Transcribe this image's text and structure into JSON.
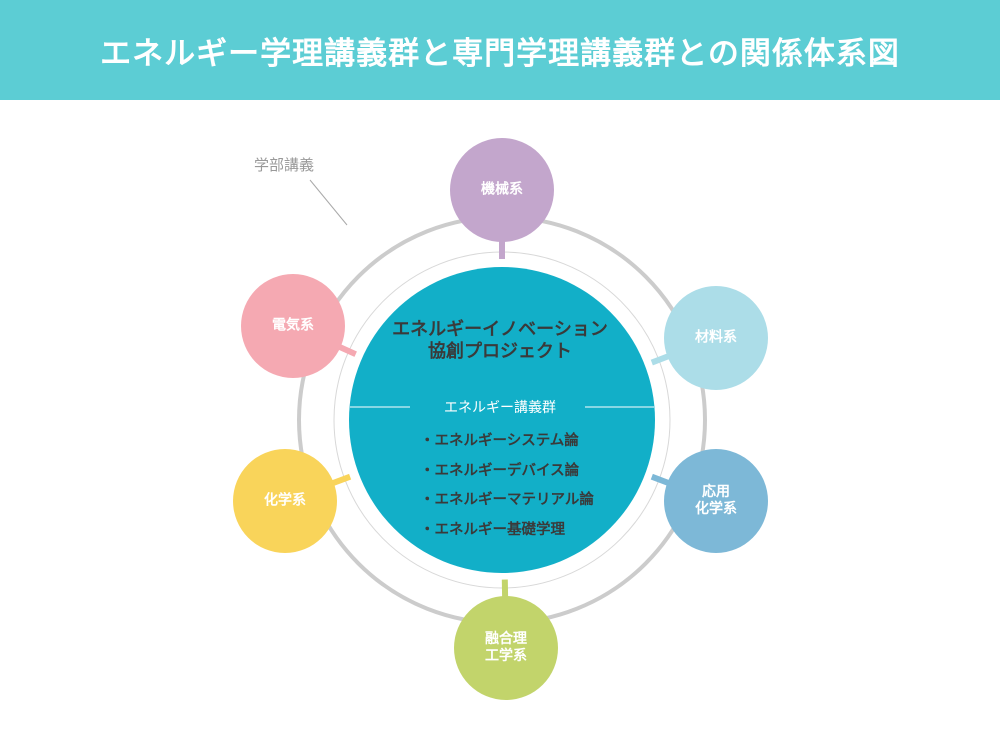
{
  "title": "エネルギー学理講義群と専門学理講義群との関係体系図",
  "faculty_label": "学部講義",
  "center": {
    "title": "エネルギーイノベーション\n協創プロジェクト",
    "group_label": "エネルギー講義群",
    "courses": [
      "・エネルギーシステム論",
      "・エネルギーデバイス論",
      "・エネルギーマテリアル論",
      "・エネルギー基礎学理"
    ]
  },
  "departments": [
    {
      "label": "機械系",
      "color": "#c3a6cc"
    },
    {
      "label": "材料系",
      "color": "#acdde8"
    },
    {
      "label": "応用\n化学系",
      "color": "#7db8d7"
    },
    {
      "label": "融合理\n工学系",
      "color": "#c2d46b"
    },
    {
      "label": "化学系",
      "color": "#f9d45a"
    },
    {
      "label": "電気系",
      "color": "#f5a9b2"
    }
  ],
  "colors": {
    "header": "#5ccdd4",
    "center": "#12afc8",
    "ring": "#cccccc"
  }
}
